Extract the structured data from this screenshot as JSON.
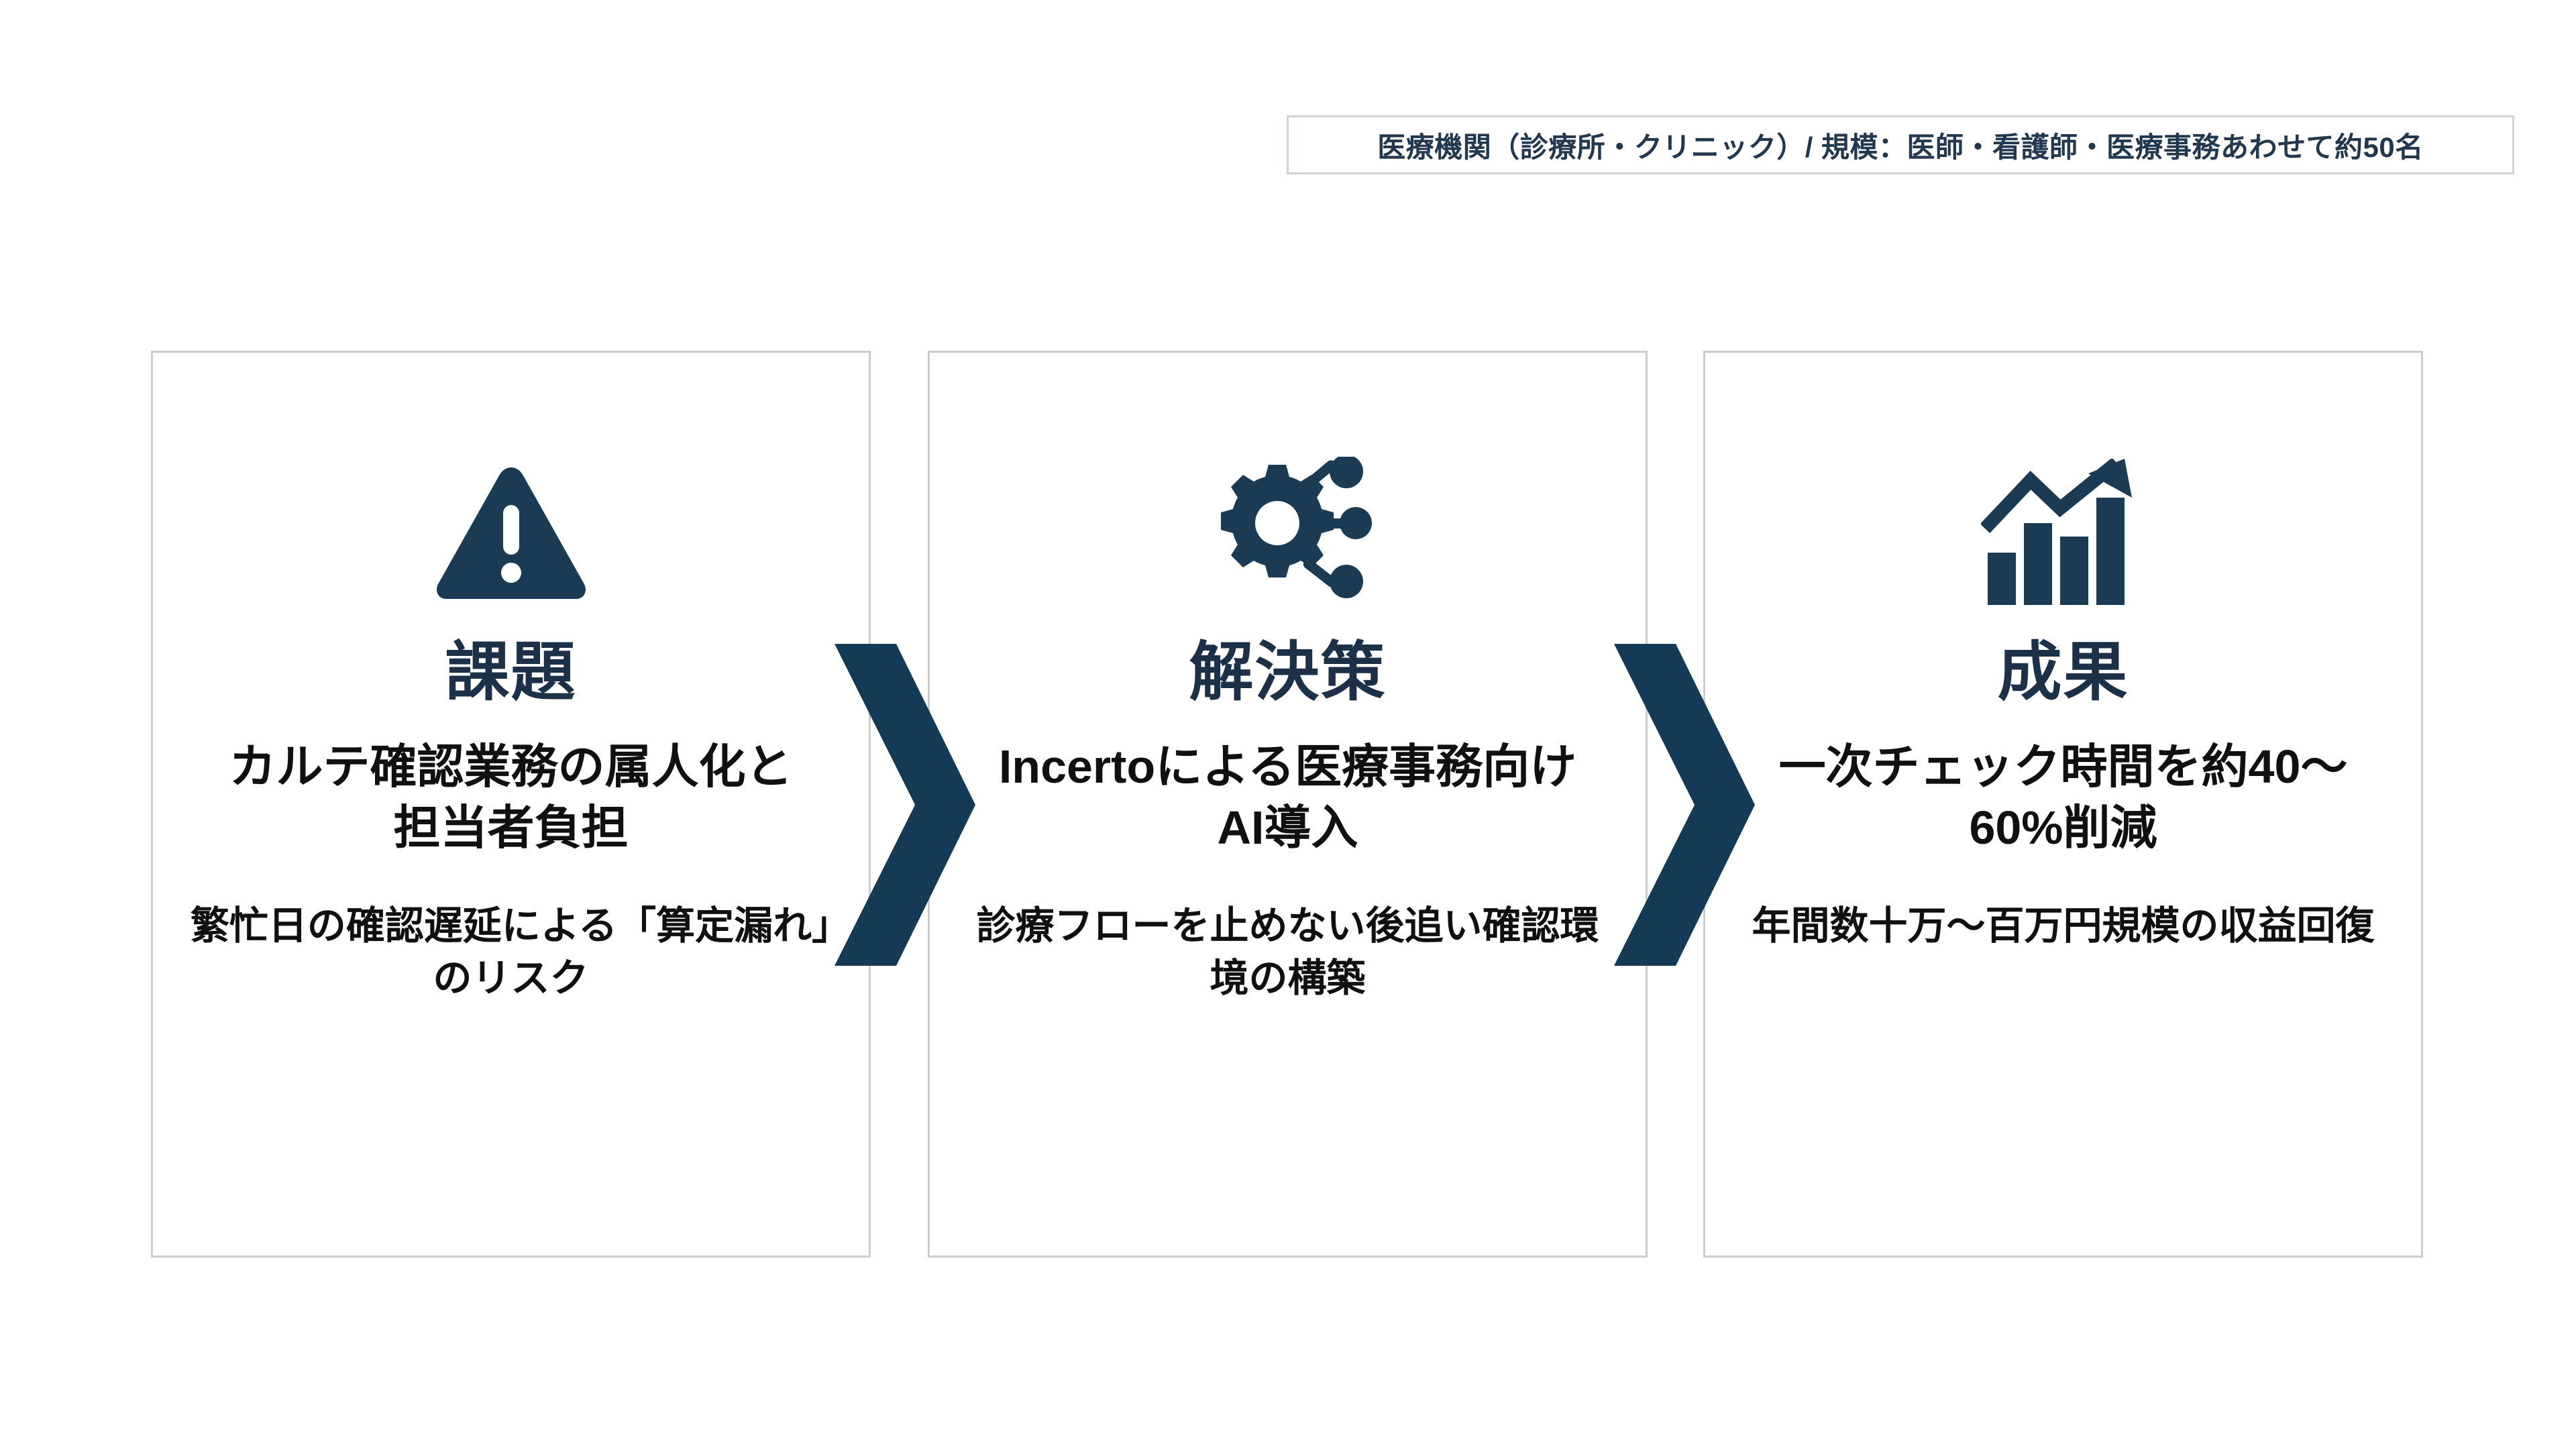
{
  "colors": {
    "navy": "#153a56",
    "title_navy": "#1c3147",
    "card_border": "#c9ccd0",
    "header_border": "#cfd2d6",
    "body_text": "#101010",
    "background": "#ffffff"
  },
  "header": {
    "text": "医療機関（診療所・クリニック）/ 規模：医師・看護師・医療事務あわせて約50名"
  },
  "cards": [
    {
      "icon": "warning-triangle-icon",
      "title": "課題",
      "primary": "カルテ確認業務の属人化と担当者負担",
      "secondary": "繁忙日の確認遅延による「算定漏れ」のリスク"
    },
    {
      "icon": "gear-network-icon",
      "title": "解決策",
      "primary": "Incertoによる医療事務向けAI導入",
      "secondary": "診療フローを止めない後追い確認環境の構築"
    },
    {
      "icon": "growth-chart-icon",
      "title": "成果",
      "primary": "一次チェック時間を約40〜60%削減",
      "secondary": "年間数十万〜百万円規模の収益回復"
    }
  ],
  "connectors": [
    {
      "icon": "chevron-right-icon"
    },
    {
      "icon": "chevron-right-icon"
    }
  ]
}
